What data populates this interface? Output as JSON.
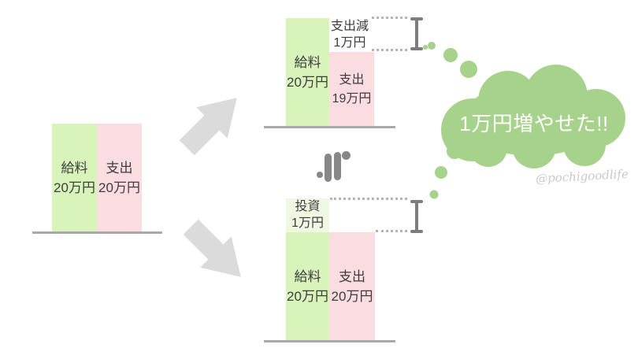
{
  "palette": {
    "bar-green": "#d8f4ba",
    "bar-pink": "#fbdce0",
    "bar-green-light": "#eff8e2",
    "cloud-green": "#a6d28b",
    "arrow-gray": "#dbdbdb",
    "line-gray": "#a9a9a9",
    "bracket-gray": "#7d7d7d",
    "icon-gray": "#878787",
    "dotted-gray": "#b5b5b5",
    "text-dark": "#3d3d3d",
    "watermark-gray": "#c9c9c9",
    "bubble-text": "#ffffff"
  },
  "chart_data": [
    {
      "type": "bar",
      "position": "left-current",
      "unit": "万円",
      "bars": [
        {
          "name": "給料",
          "amount": "20万円",
          "value": 20,
          "color": "green"
        },
        {
          "name": "支出",
          "amount": "20万円",
          "value": 20,
          "color": "pink"
        }
      ]
    },
    {
      "type": "bar",
      "position": "top-right-reduce-spending",
      "unit": "万円",
      "bars": [
        {
          "name": "給料",
          "amount": "20万円",
          "value": 20,
          "color": "green"
        },
        {
          "name": "支出",
          "amount": "19万円",
          "value": 19,
          "color": "pink"
        }
      ],
      "difference": {
        "name": "支出減",
        "amount": "1万円",
        "value": 1
      }
    },
    {
      "type": "bar",
      "position": "bottom-right-invest",
      "unit": "万円",
      "bars": [
        {
          "name": "投資",
          "amount": "1万円",
          "value": 1,
          "color": "light-green"
        },
        {
          "name": "給料",
          "amount": "20万円",
          "value": 20,
          "color": "green"
        },
        {
          "name": "支出",
          "amount": "20万円",
          "value": 20,
          "color": "pink"
        }
      ]
    }
  ],
  "bubble": {
    "text": "1万円増やせた!!"
  },
  "watermark": {
    "handle": "@pochigoodlife"
  },
  "icons": {
    "divider": "equalizer-icon",
    "arrow_top": "arrow-up-right-icon",
    "arrow_bottom": "arrow-down-right-icon",
    "brackets": "i-beam-bracket-icon",
    "bubble": "thought-bubble-icon"
  }
}
